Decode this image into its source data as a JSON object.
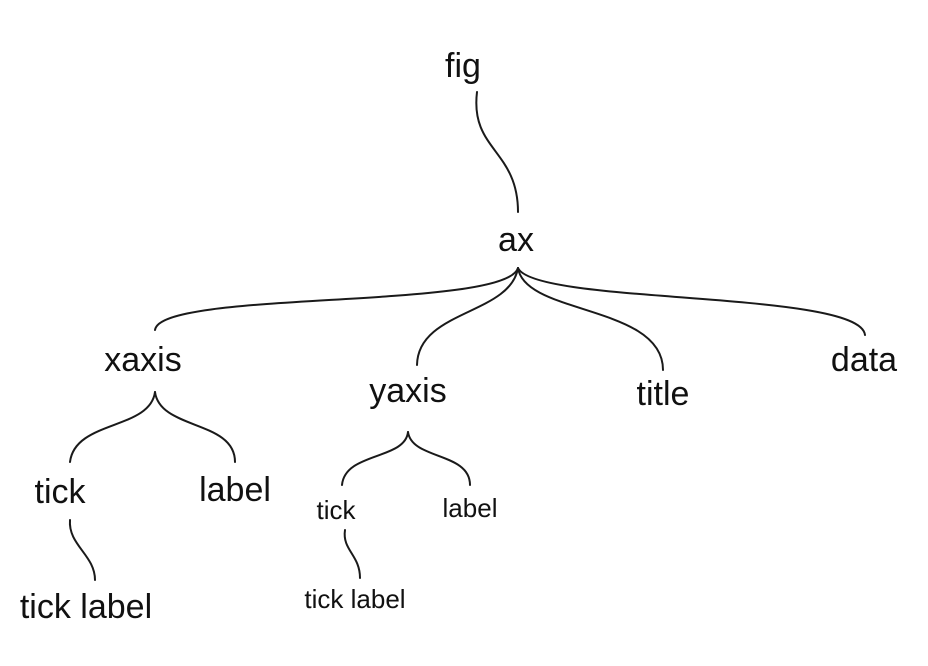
{
  "tree": {
    "root": "fig",
    "child": "ax",
    "ax_children": [
      "xaxis",
      "yaxis",
      "title",
      "data"
    ],
    "xaxis": {
      "children": [
        "tick",
        "label"
      ],
      "tick_child": "tick label"
    },
    "yaxis": {
      "children": [
        "tick",
        "label"
      ],
      "tick_child": "tick label"
    }
  }
}
